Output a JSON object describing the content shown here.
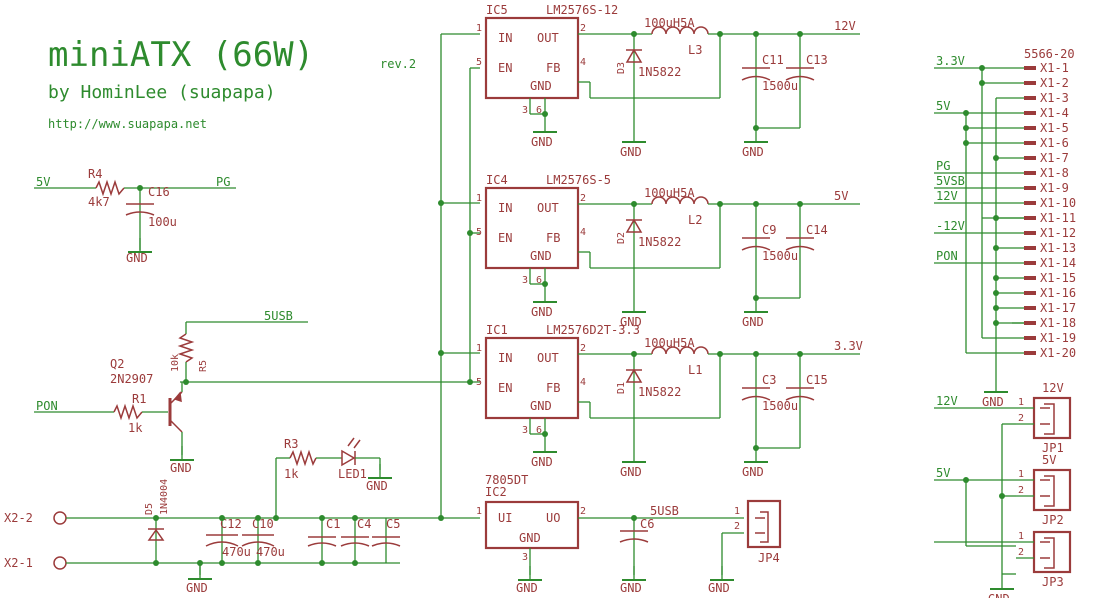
{
  "title": {
    "main": "miniATX (66W)",
    "rev": "rev.2",
    "author": "by HominLee (suapapa)",
    "url": "http://www.suapapa.net"
  },
  "gnd": "GND",
  "regulators": [
    {
      "ref": "IC5",
      "part": "LM2576S-12",
      "pins": {
        "in": "IN",
        "out": "OUT",
        "en": "EN",
        "fb": "FB",
        "gnd": "GND"
      },
      "pin_nums": [
        "1",
        "2",
        "5",
        "4",
        "3",
        "6"
      ],
      "diode": "D3",
      "diode_part": "1N5822",
      "inductor": "L3",
      "inductor_part": "100uH5A",
      "caps": [
        "C11",
        "C13"
      ],
      "cap_value": "1500u",
      "out_net": "12V"
    },
    {
      "ref": "IC4",
      "part": "LM2576S-5",
      "pins": {
        "in": "IN",
        "out": "OUT",
        "en": "EN",
        "fb": "FB",
        "gnd": "GND"
      },
      "pin_nums": [
        "1",
        "2",
        "5",
        "4",
        "3",
        "6"
      ],
      "diode": "D2",
      "diode_part": "1N5822",
      "inductor": "L2",
      "inductor_part": "100uH5A",
      "caps": [
        "C9",
        "C14"
      ],
      "cap_value": "1500u",
      "out_net": "5V"
    },
    {
      "ref": "IC1",
      "part": "LM2576D2T-3.3",
      "pins": {
        "in": "IN",
        "out": "OUT",
        "en": "EN",
        "fb": "FB",
        "gnd": "GND"
      },
      "pin_nums": [
        "1",
        "2",
        "5",
        "4",
        "3",
        "6"
      ],
      "diode": "D1",
      "diode_part": "1N5822",
      "inductor": "L1",
      "inductor_part": "100uH5A",
      "caps": [
        "C3",
        "C15"
      ],
      "cap_value": "1500u",
      "out_net": "3.3V"
    }
  ],
  "linear": {
    "ref": "IC2",
    "part": "7805DT",
    "pins": {
      "in": "UI",
      "out": "UO",
      "gnd": "GND"
    },
    "pin_nums": [
      "1",
      "2",
      "3"
    ],
    "cap": "C6",
    "out_net": "5USB",
    "jumper": "JP4",
    "jumper_pins": [
      "1",
      "2"
    ]
  },
  "pg_circuit": {
    "in_net": "5V",
    "resistor": "R4",
    "res_value": "4k7",
    "cap": "C16",
    "cap_value": "100u",
    "out_net": "PG"
  },
  "pon_circuit": {
    "in_net": "PON",
    "r1": "R1",
    "r1_value": "1k",
    "transistor": "Q2",
    "transistor_part": "2N2907",
    "r5": "R5",
    "r5_value": "10k",
    "net": "5USB"
  },
  "input": {
    "terminals": [
      "X2-2",
      "X2-1"
    ],
    "diode": "D5",
    "diode_part": "1N4004",
    "caps": [
      "C12",
      "C10",
      "C1",
      "C4",
      "C5"
    ],
    "cap_values": [
      "470u",
      "470u"
    ],
    "r3": "R3",
    "r3_value": "1k",
    "led": "LED1"
  },
  "connector": {
    "part": "5566-20",
    "pins": [
      "X1-1",
      "X1-2",
      "X1-3",
      "X1-4",
      "X1-5",
      "X1-6",
      "X1-7",
      "X1-8",
      "X1-9",
      "X1-10",
      "X1-11",
      "X1-12",
      "X1-13",
      "X1-14",
      "X1-15",
      "X1-16",
      "X1-17",
      "X1-18",
      "X1-19",
      "X1-20"
    ],
    "nets": [
      "3.3V",
      "5V",
      "PG",
      "5VSB",
      "12V",
      "-12V",
      "PON"
    ]
  },
  "jumpers": [
    {
      "ref": "JP1",
      "net": "12V",
      "pins": [
        "1",
        "2"
      ],
      "title": "12V"
    },
    {
      "ref": "JP2",
      "net": "5V",
      "pins": [
        "1",
        "2"
      ],
      "title": "5V"
    },
    {
      "ref": "JP3",
      "net": "",
      "pins": [
        "1",
        "2"
      ],
      "title": ""
    }
  ]
}
